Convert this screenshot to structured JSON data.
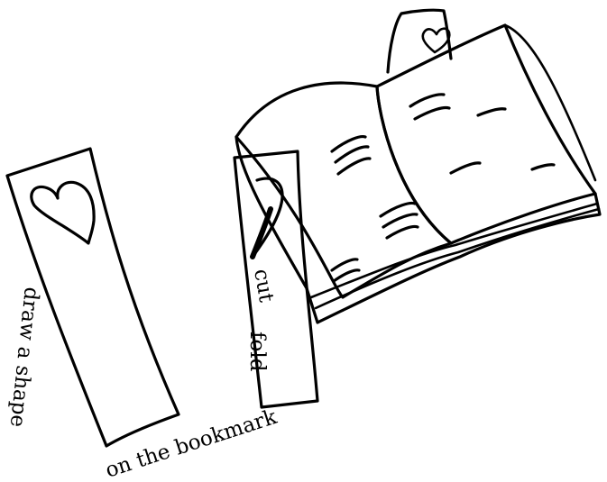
{
  "illustration": {
    "left_bookmark": {
      "instruction_rotated": "draw a shape",
      "instruction_bottom": "on the bookmark"
    },
    "middle_bookmark": {
      "cut_label": "cut",
      "fold_label": "fold"
    }
  }
}
